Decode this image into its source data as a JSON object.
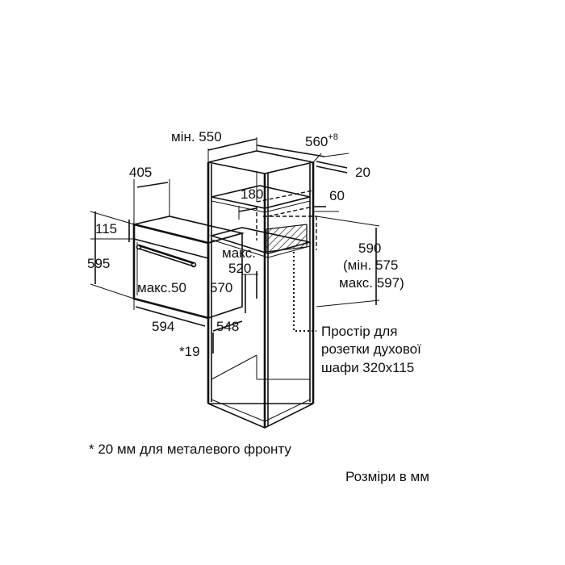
{
  "dimensions": {
    "min_550": "мін. 550",
    "w560": "560",
    "w560_tol": "+8",
    "d20": "20",
    "w405": "405",
    "d180": "180",
    "d60": "60",
    "h115": "115",
    "h595": "595",
    "max520_line1": "макс.",
    "max520_line2": "520",
    "max50": "макс.50",
    "h570": "570",
    "h590": "590",
    "h590_min": "(мін. 575",
    "h590_max": "макс. 597)",
    "w594": "594",
    "w548": "548",
    "star19": "*19"
  },
  "socket_note": {
    "line1": "Простір для",
    "line2": "розетки духової",
    "line3": "шафи 320x115"
  },
  "footnote": "* 20 мм для металевого фронту",
  "units_note": "Розміри в мм"
}
